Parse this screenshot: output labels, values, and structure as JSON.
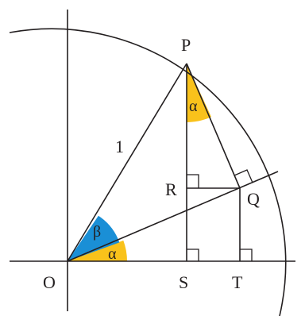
{
  "diagram": {
    "points": {
      "O": "O",
      "P": "P",
      "Q": "Q",
      "R": "R",
      "S": "S",
      "T": "T"
    },
    "side_label": "1",
    "angles": {
      "alpha_base": "α",
      "beta": "β",
      "alpha_top": "α"
    },
    "colors": {
      "line": "#231f20",
      "alpha_fill": "#f9c21b",
      "beta_fill": "#1a8fd6"
    }
  }
}
